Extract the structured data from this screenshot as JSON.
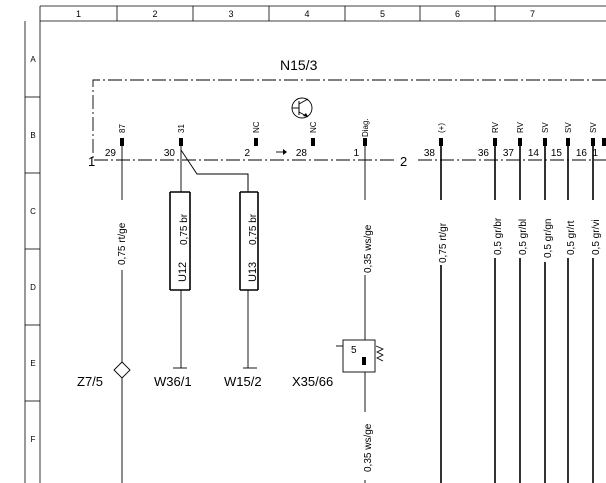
{
  "grid": {
    "columns": [
      "1",
      "2",
      "3",
      "4",
      "5",
      "6",
      "7"
    ],
    "rows": [
      "A",
      "B",
      "C",
      "D",
      "E",
      "F"
    ]
  },
  "module": {
    "name": "N15/3"
  },
  "connector_labels": [
    "1",
    "2"
  ],
  "pins": [
    {
      "signal": "87",
      "pin": "29"
    },
    {
      "signal": "31",
      "pin": "30"
    },
    {
      "signal": "NC",
      "pin": "2"
    },
    {
      "signal": "NC",
      "pin": "28"
    },
    {
      "signal": "Diag.",
      "pin": "1"
    },
    {
      "signal": "(+)",
      "pin": "38"
    },
    {
      "signal": "RV",
      "pin": "36"
    },
    {
      "signal": "RV",
      "pin": "37"
    },
    {
      "signal": "SV",
      "pin": "14"
    },
    {
      "signal": "SV",
      "pin": "15"
    },
    {
      "signal": "SV",
      "pin": "16"
    },
    {
      "signal": "",
      "pin": "1"
    }
  ],
  "wires": [
    "0,75 rt/ge",
    "0,75 br",
    "0,75 br",
    "0,35 ws/ge",
    "0,75 rt/gr",
    "0,5 gr/br",
    "0,5 gr/bl",
    "0,5 gr/gn",
    "0,5 gr/rt",
    "0,5 gr/vi"
  ],
  "wire_lower": "0,35 ws/ge",
  "connectors": [
    "U12",
    "U13"
  ],
  "terminals": [
    "Z7/5",
    "W36/1",
    "W15/2",
    "X35/66"
  ],
  "component_pin": "5"
}
